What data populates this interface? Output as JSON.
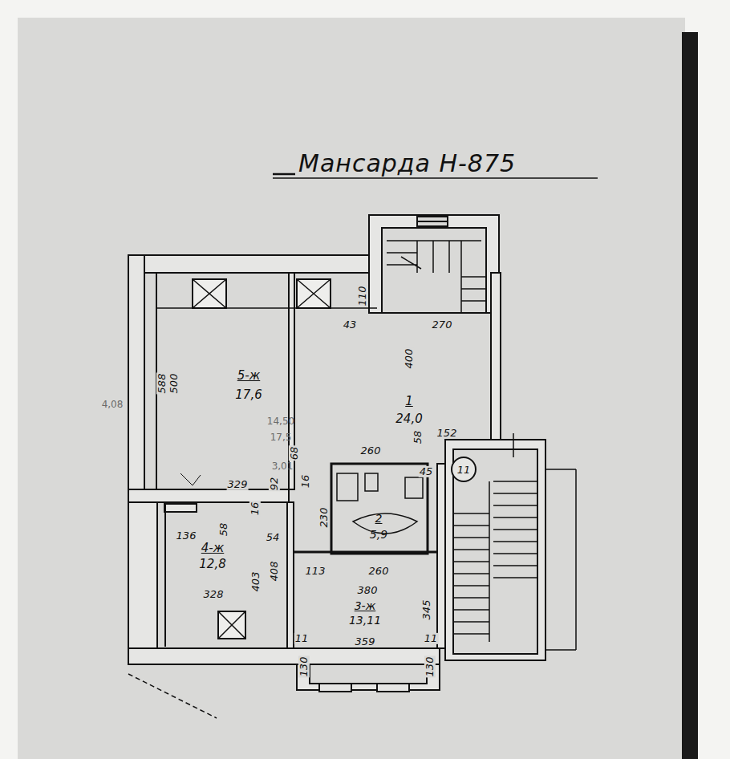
{
  "diagram": {
    "title": "Мансарда Н-875",
    "nodes": [
      {
        "text": [
          "5-ж",
          "17,6"
        ]
      },
      {
        "text": [
          "1",
          "24,0"
        ]
      },
      {
        "text": [
          "11"
        ]
      },
      {
        "text": [
          "2",
          "5,9"
        ]
      },
      {
        "text": [
          "4-ж",
          "12,8"
        ]
      },
      {
        "text": [
          "3-ж",
          "13,11"
        ]
      }
    ],
    "labels": [
      "588",
      "500",
      "4,08",
      "14,50",
      "17,5",
      "3,01",
      "329",
      "92",
      "68",
      "16",
      "43",
      "270",
      "110",
      "400",
      "260",
      "58",
      "152",
      "45",
      "230",
      "136",
      "58",
      "16",
      "54",
      "403",
      "408",
      "328",
      "113",
      "260",
      "380",
      "345",
      "359",
      "11",
      "11",
      "130",
      "130"
    ]
  }
}
